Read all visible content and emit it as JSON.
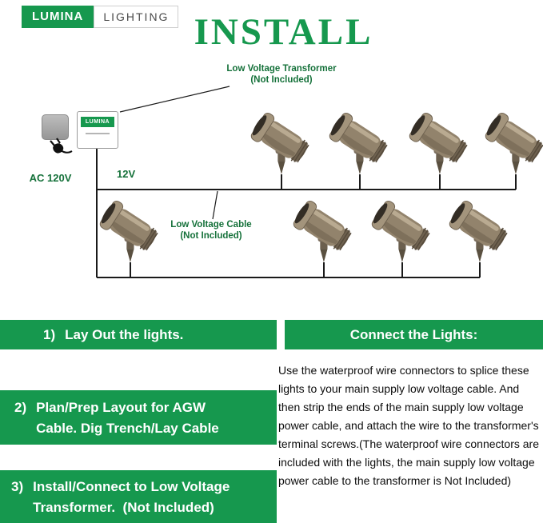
{
  "brand": {
    "name": "LUMINA",
    "tagline": "LIGHTING"
  },
  "title": "INSTALL",
  "diagram": {
    "transformer_label": {
      "line1": "Low Voltage Transformer",
      "line2": "(Not Included)"
    },
    "transformer_box_label": "LUMINA",
    "ac_label": "AC 120V",
    "output_label": "12V",
    "cable_label": {
      "line1": "Low Voltage Cable",
      "line2": "(Not Included)"
    },
    "light_count": 8
  },
  "steps": [
    {
      "number": "1)",
      "line1": "Lay Out the lights.",
      "line2": ""
    },
    {
      "number": "2)",
      "line1": "Plan/Prep Layout for AGW",
      "line2": "Cable. Dig Trench/Lay Cable"
    },
    {
      "number": "3)",
      "line1": "Install/Connect to Low Voltage",
      "line2": "Transformer.  (Not Included)"
    }
  ],
  "connect_section": {
    "heading": "Connect the Lights:",
    "body": "Use the waterproof wire connectors to splice these lights to your main supply low voltage cable. And then strip the ends of the main supply low voltage power cable, and attach the wire to the transformer's terminal screws.(The waterproof wire connectors are included with the lights, the main supply low voltage power cable to the transformer is Not Included)"
  },
  "colors": {
    "brand_green": "#16984e",
    "label_green": "#15713a",
    "wire_black": "#1a1a1a",
    "light_bronze": "#92836c"
  }
}
